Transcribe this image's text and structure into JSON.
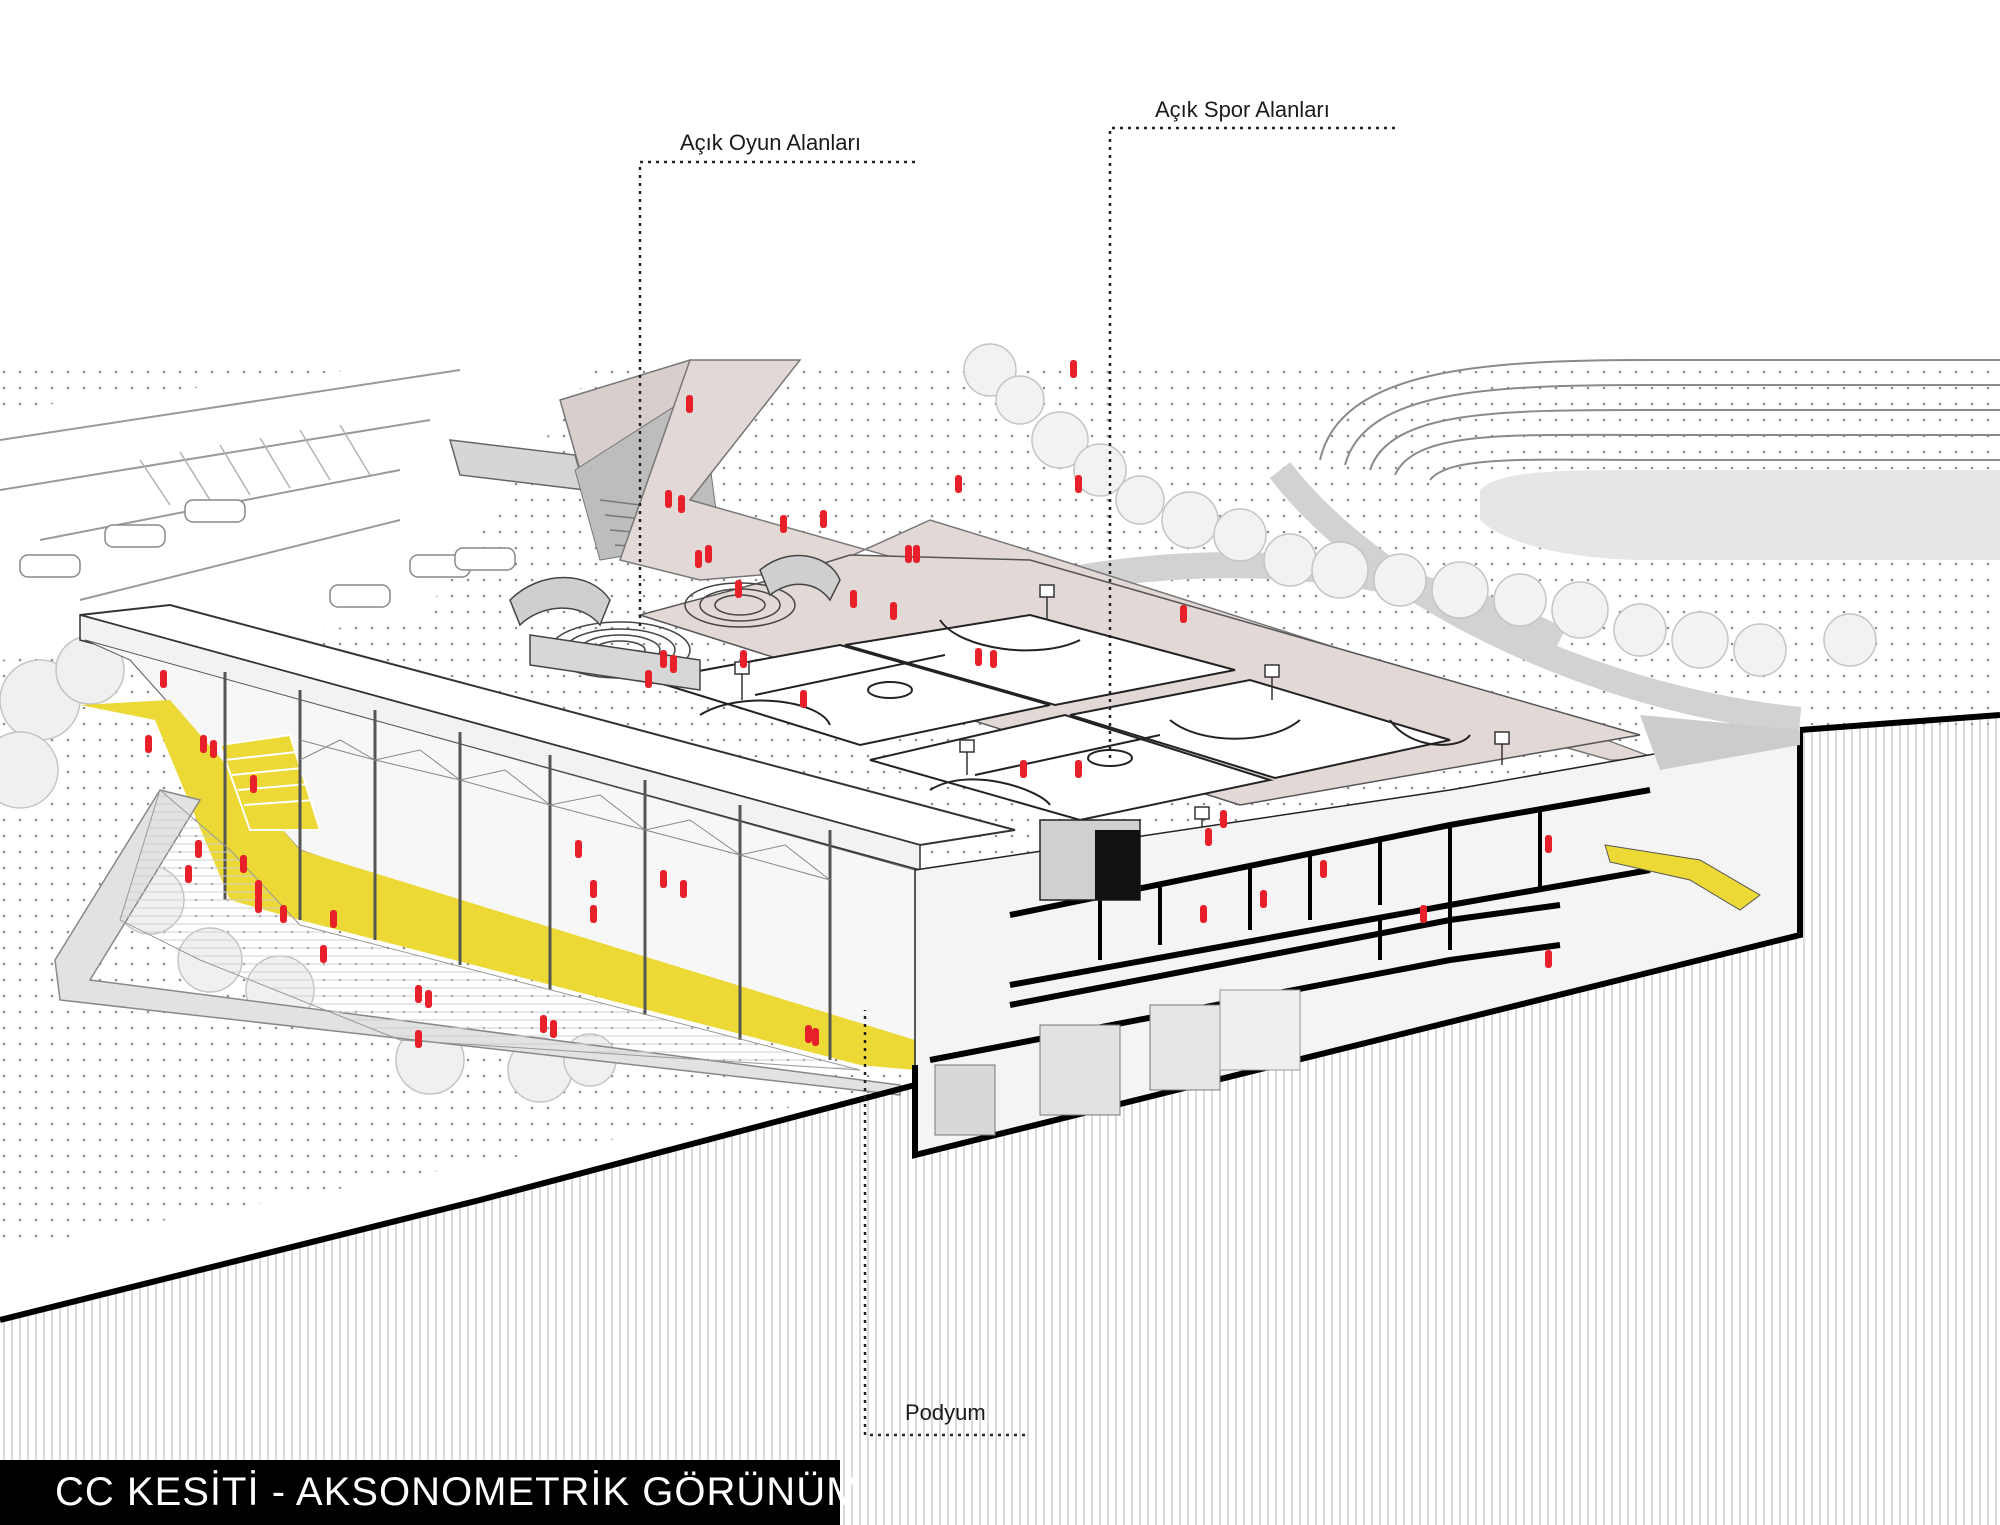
{
  "labels": {
    "acik_oyun": "Açık Oyun Alanları",
    "acik_spor": "Açık Spor Alanları",
    "podyum": "Podyum"
  },
  "title": "CC KESİTİ - AKSONOMETRİK GÖRÜNÜM",
  "colors": {
    "accent_yellow": "#ecd935",
    "people_red": "#e8202a",
    "ground_gray": "#d9d9d9",
    "court_pink": "#e2d8d6",
    "section_black": "#000000",
    "dot_pattern": "#9a9a9a"
  }
}
